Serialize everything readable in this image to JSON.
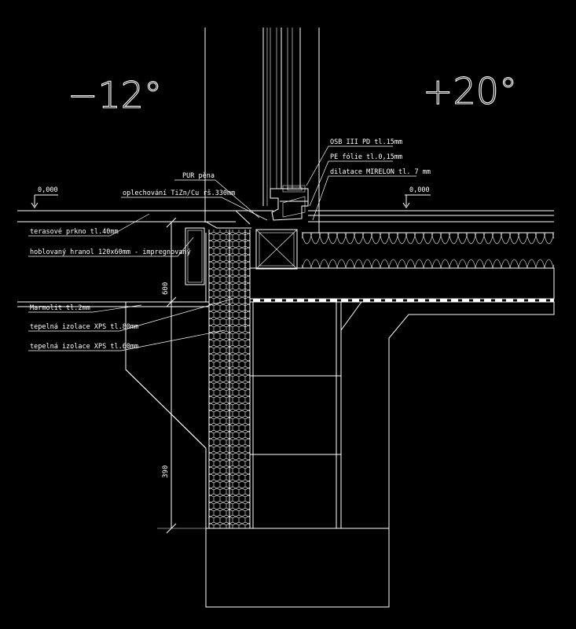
{
  "temperatures": {
    "outside": "−12°",
    "inside": "+20°"
  },
  "levels": {
    "left": "0,000",
    "right": "0,000"
  },
  "labels": {
    "osb": "OSB III PD tl.15mm",
    "pe_foil": "PE fólie tl.0,15mm",
    "dilatace": "dilatace MIRELON tl. 7 mm",
    "pur": "PUR pěna",
    "oplechovani": "oplechování TiZn/Cu rš.330mm",
    "terasove": "terasové prkno tl.40mm",
    "hranol": "hoblovaný hranol 120x60mm - impregnovaný",
    "marmolit": "Marmolit tl.2mm",
    "xps80": "tepelná izolace XPS tl.80mm",
    "xps60": "tepelná izolace XPS tl.60mm"
  },
  "dimensions": {
    "d1": "600",
    "d2": "390"
  },
  "colors": {
    "background": "#000000",
    "lines": "#ffffff"
  }
}
